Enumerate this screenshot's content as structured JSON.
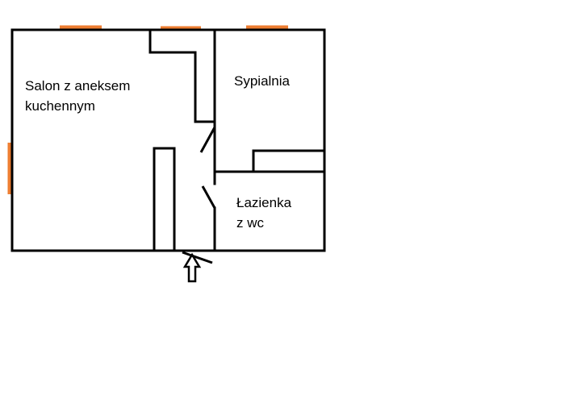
{
  "rooms": {
    "living": {
      "line1": "Salon z aneksem",
      "line2": "kuchennym"
    },
    "bedroom": {
      "line1": "Sypialnia"
    },
    "bathroom": {
      "line1": "Łazienka",
      "line2": "z wc"
    }
  },
  "colors": {
    "wall": "#000000",
    "window": "#ed7d31",
    "background": "#ffffff"
  },
  "icons": {
    "entrance": "up-arrow-outline-icon"
  }
}
